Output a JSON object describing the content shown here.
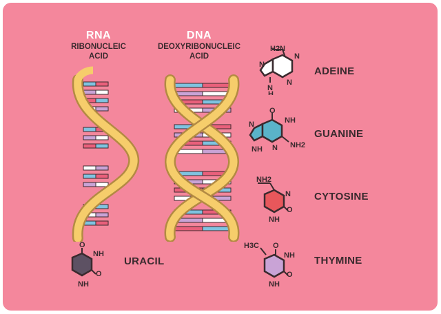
{
  "rna": {
    "short": "RNA",
    "line1": "RIBONUCLEIC",
    "line2": "ACID"
  },
  "dna": {
    "short": "DNA",
    "line1": "DEOXYRIBONUCLEIC",
    "line2": "ACID"
  },
  "bases": {
    "adenine": {
      "label": "ADEINE",
      "color": "#ffffff",
      "group": "H2N"
    },
    "guanine": {
      "label": "GUANINE",
      "color": "#5ab3c9",
      "group": "NH2"
    },
    "cytosine": {
      "label": "CYTOSINE",
      "color": "#e8575b",
      "group": "NH2"
    },
    "thymine": {
      "label": "THYMINE",
      "color": "#c9a3d6",
      "group": "H3C"
    },
    "uracil": {
      "label": "URACIL",
      "color": "#5d5163"
    }
  },
  "atoms": {
    "nh": "NH",
    "n": "N",
    "o": "O"
  },
  "colors": {
    "background": "#f4879c",
    "backbone": "#f6cd6b",
    "backbone_dark": "#b38a43",
    "outline": "#3a2a2e"
  }
}
